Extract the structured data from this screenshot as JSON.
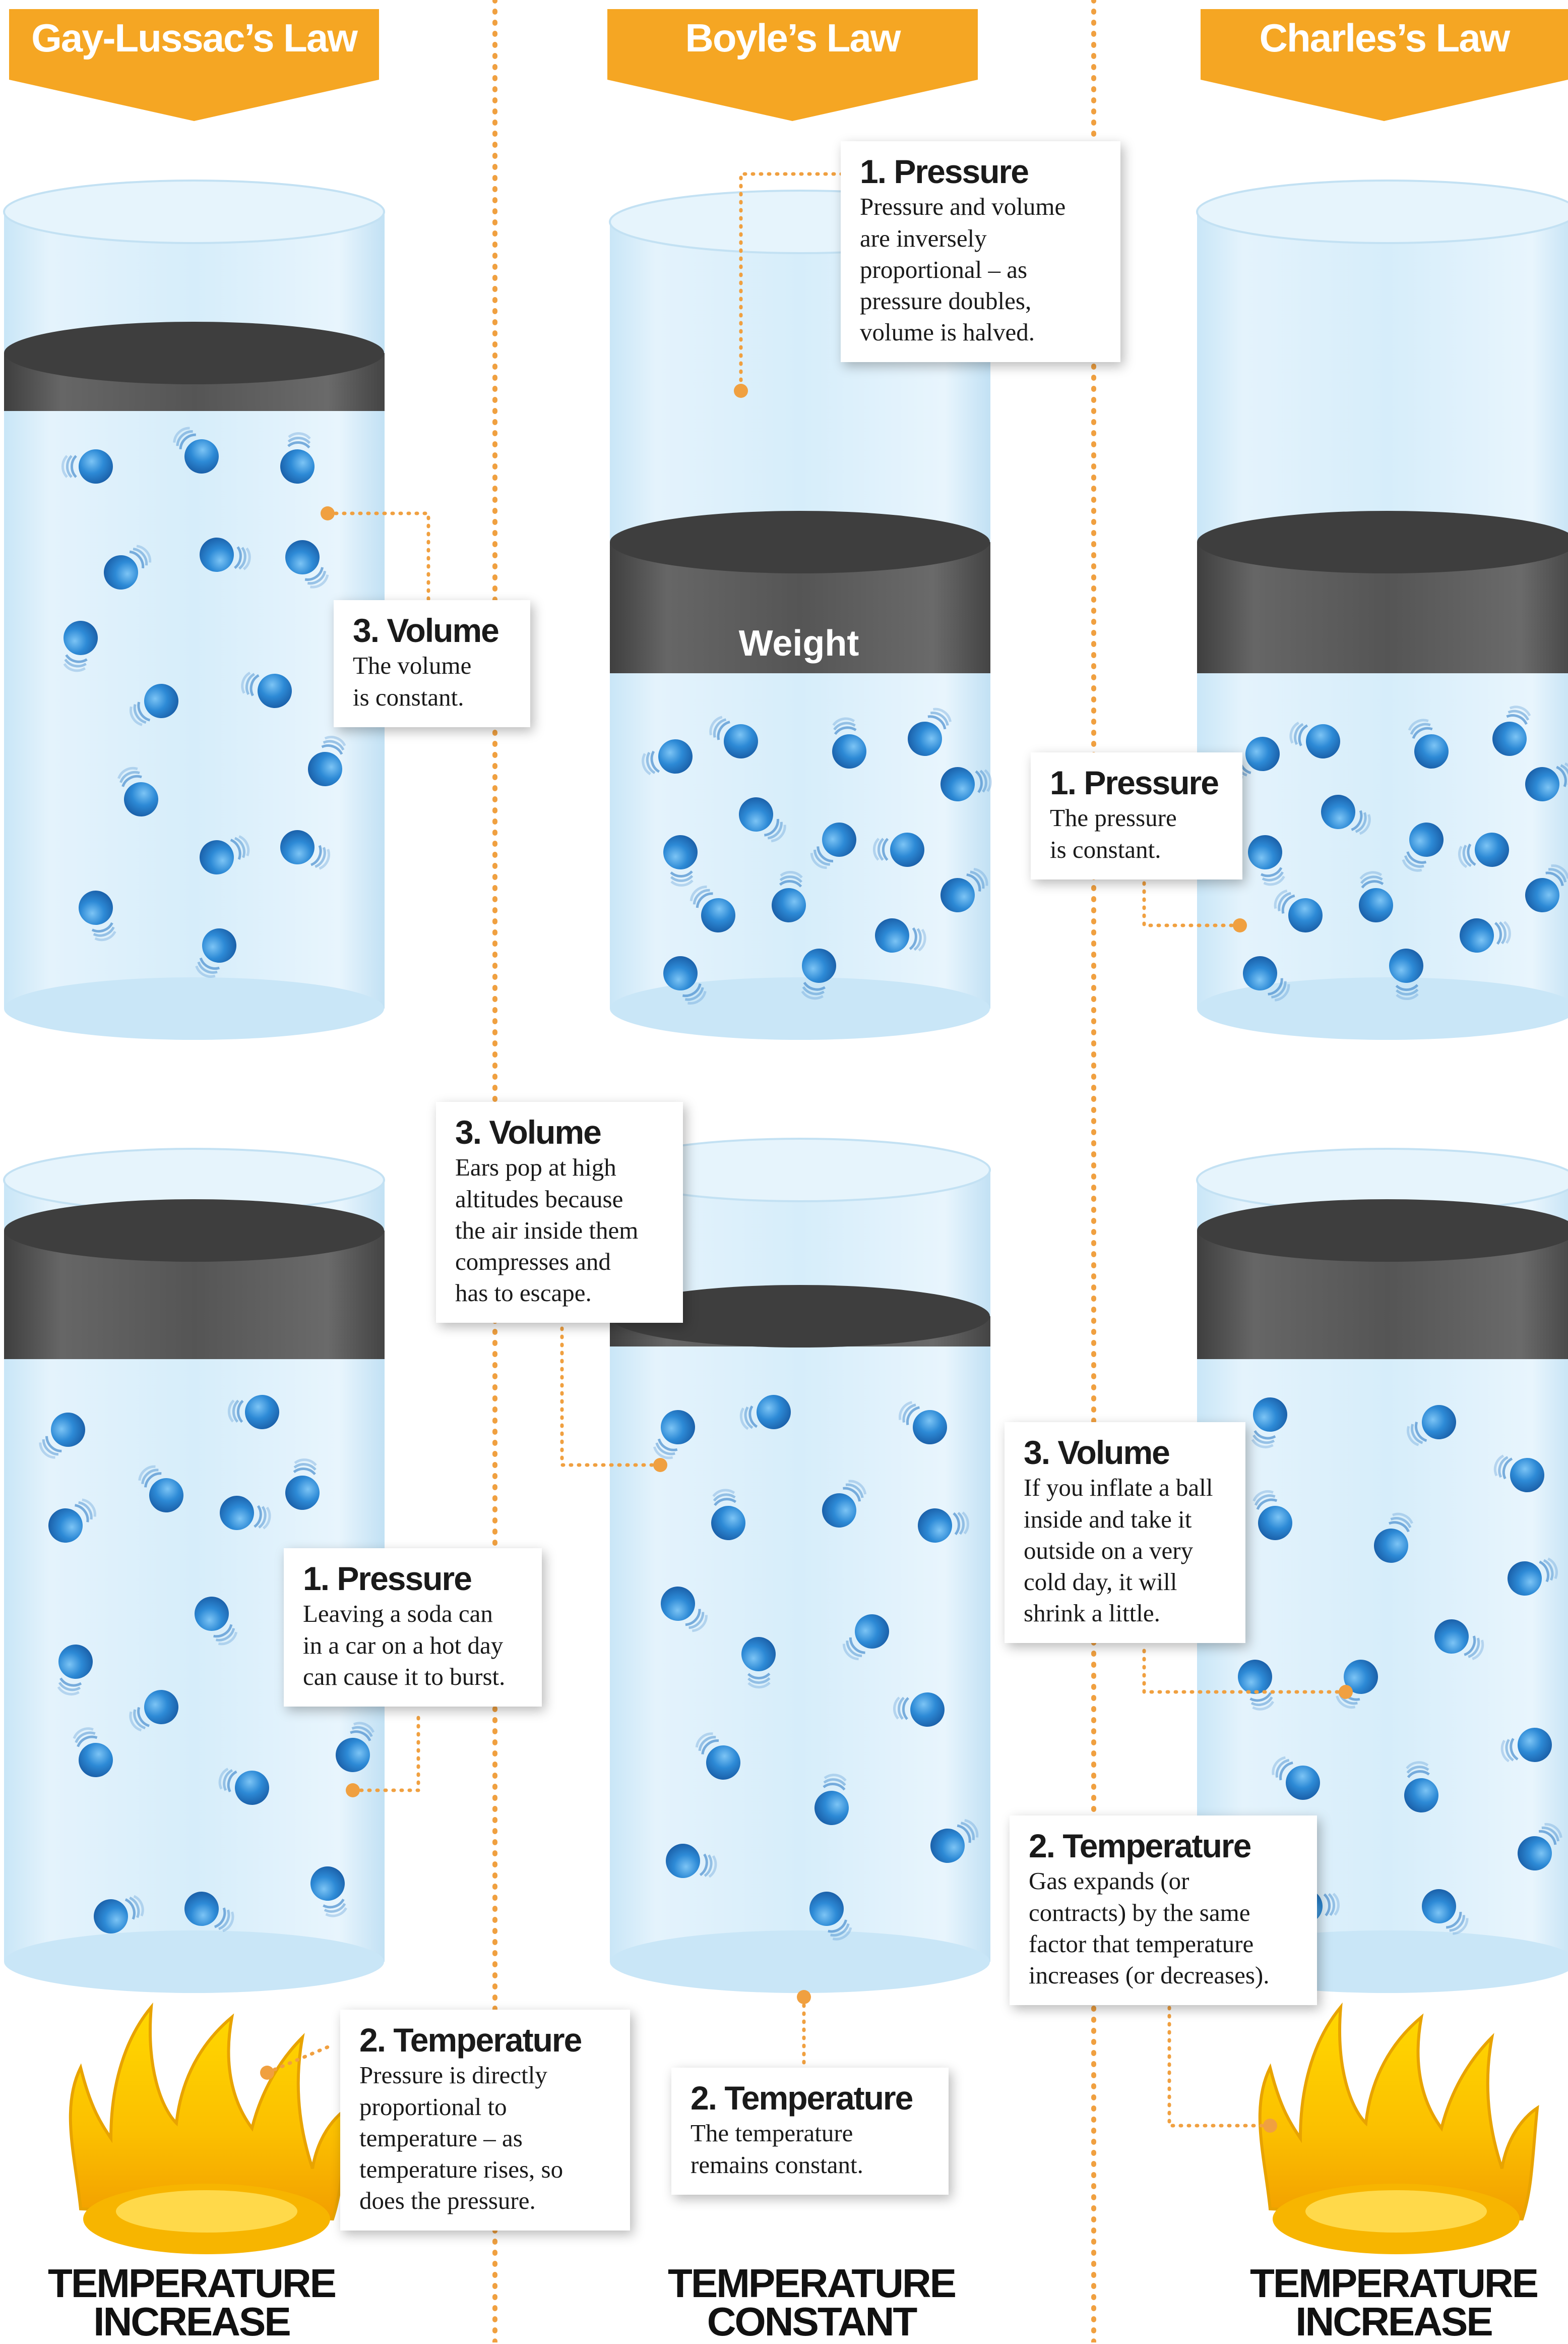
{
  "columns": [
    {
      "title": "Gay-Lussac’s Law",
      "caption_line1": "TEMPERATURE",
      "caption_line2": "INCREASE"
    },
    {
      "title": "Boyle’s Law",
      "caption_line1": "TEMPERATURE",
      "caption_line2": "CONSTANT"
    },
    {
      "title": "Charles’s Law",
      "caption_line1": "TEMPERATURE",
      "caption_line2": "INCREASE"
    }
  ],
  "weight_label": "Weight",
  "notes": {
    "gl_volume": {
      "title": "3. Volume",
      "lines": [
        "The volume",
        "is constant."
      ]
    },
    "gl_pressure": {
      "title": "1. Pressure",
      "lines": [
        "Leaving a soda can",
        "in a car on a hot day",
        "can cause it to burst."
      ]
    },
    "gl_temperature": {
      "title": "2. Temperature",
      "lines": [
        "Pressure is directly",
        "proportional to",
        "temperature – as",
        "temperature rises, so",
        "does the pressure."
      ]
    },
    "b_pressure": {
      "title": "1. Pressure",
      "lines": [
        "Pressure and volume",
        "are inversely",
        "proportional – as",
        "pressure doubles,",
        "volume is halved."
      ]
    },
    "b_volume": {
      "title": "3. Volume",
      "lines": [
        "Ears pop at high",
        "altitudes because",
        "the air inside them",
        "compresses and",
        "has to escape."
      ]
    },
    "b_temperature": {
      "title": "2. Temperature",
      "lines": [
        "The temperature",
        "remains constant."
      ]
    },
    "c_pressure": {
      "title": "1. Pressure",
      "lines": [
        "The pressure",
        "is constant."
      ]
    },
    "c_volume": {
      "title": "3. Volume",
      "lines": [
        "If you inflate a ball",
        "inside and take it",
        "outside on a very",
        "cold day, it will",
        "shrink a little."
      ]
    },
    "c_temperature": {
      "title": "2. Temperature",
      "lines": [
        "Gas expands (or",
        "contracts) by the same",
        "factor that temperature",
        "increases (or decreases)."
      ]
    }
  },
  "colors": {
    "orange": "#f5a623",
    "dotted_line": "#f0a040",
    "cylinder": "#d9eefa",
    "lid": "#555555",
    "molecule": "#2f8fd8",
    "flame": "#f7c400"
  }
}
